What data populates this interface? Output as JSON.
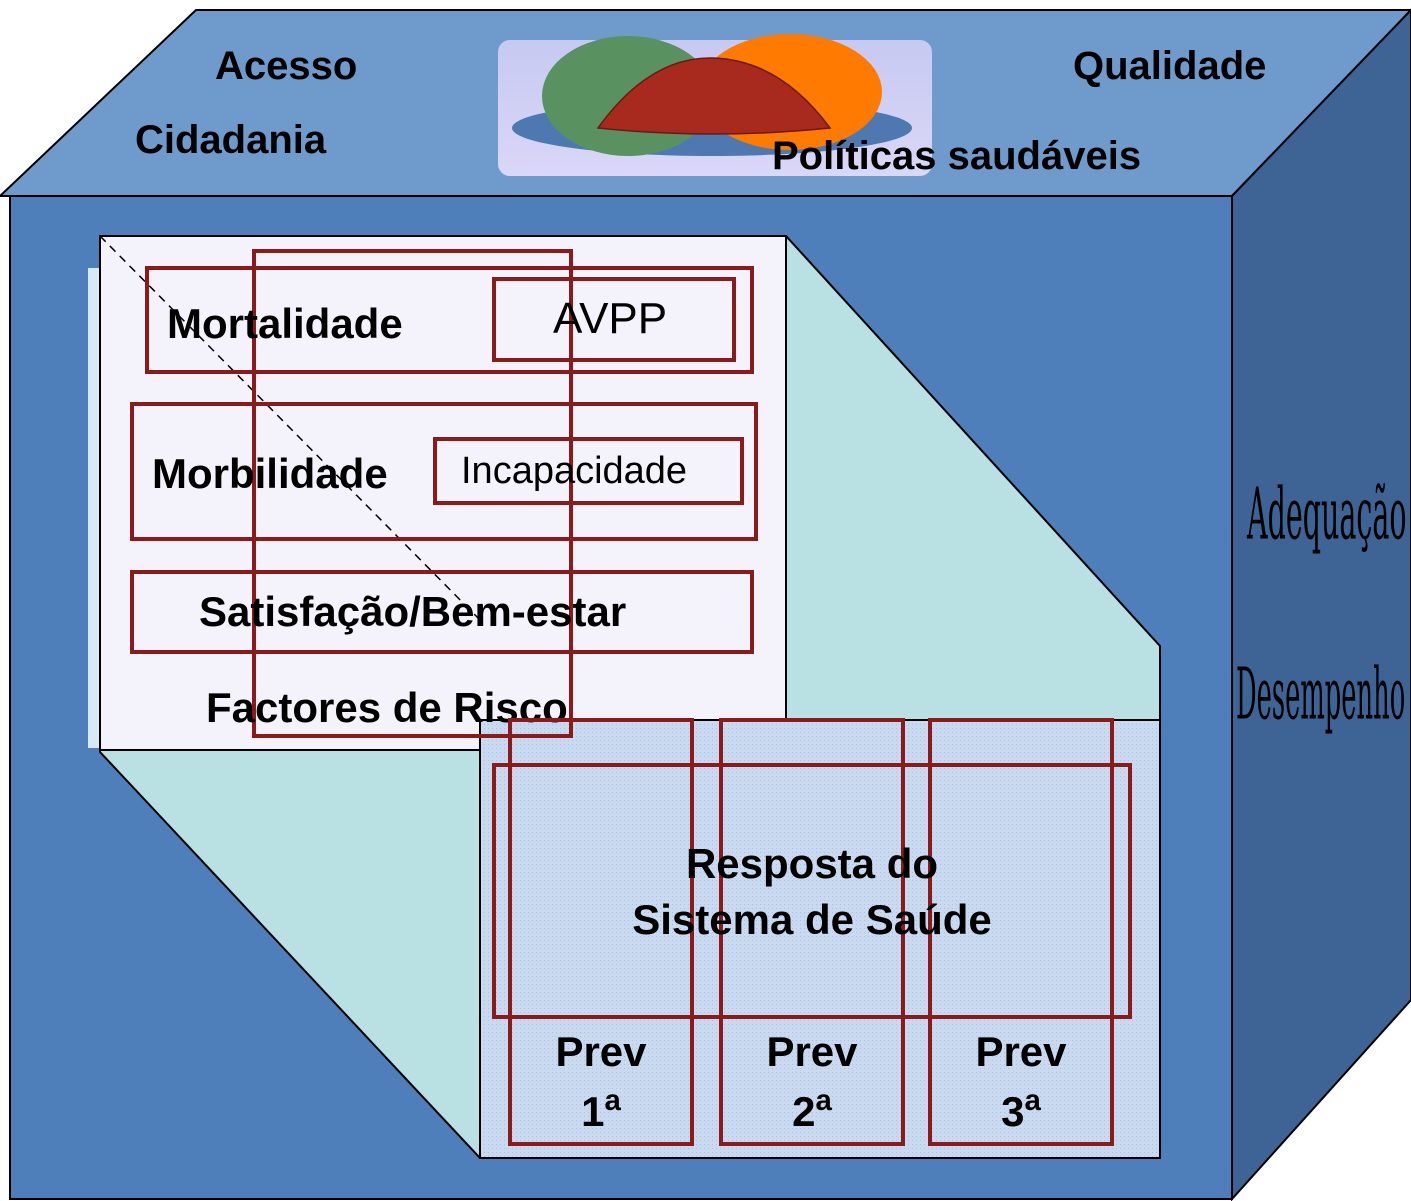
{
  "top_face": {
    "labels": {
      "access": "Acesso",
      "quality": "Qualidade",
      "citizenship": "Cidadania",
      "healthy_policies": "Políticas saudáveis"
    }
  },
  "side_face": {
    "labels": {
      "adequacy": "Adequação",
      "performance": "Desempenho"
    }
  },
  "outcomes_panel": {
    "mortality": "Mortalidade",
    "avpp": "AVPP",
    "morbidity": "Morbilidade",
    "incapacity": "Incapacidade",
    "satisfaction": "Satisfação/Bem-estar",
    "risk_factors": "Factores de Risco"
  },
  "response_panel": {
    "line1": "Resposta do",
    "line2": "Sistema de Saúde",
    "columns": [
      {
        "label": "Prev",
        "number": "1",
        "ordinal": "a"
      },
      {
        "label": "Prev",
        "number": "2",
        "ordinal": "a"
      },
      {
        "label": "Prev",
        "number": "3",
        "ordinal": "a"
      }
    ]
  },
  "colors": {
    "front_face": "#4f7fba",
    "top_face": "#6f9acc",
    "right_face": "#3e6496",
    "inner_panel": "#b9e0e2",
    "outline_red": "#8b1a1a",
    "logo_green": "#5a9161",
    "logo_orange": "#ff7a00",
    "logo_red": "#a8291d",
    "logo_blue": "#3f6fa8"
  }
}
